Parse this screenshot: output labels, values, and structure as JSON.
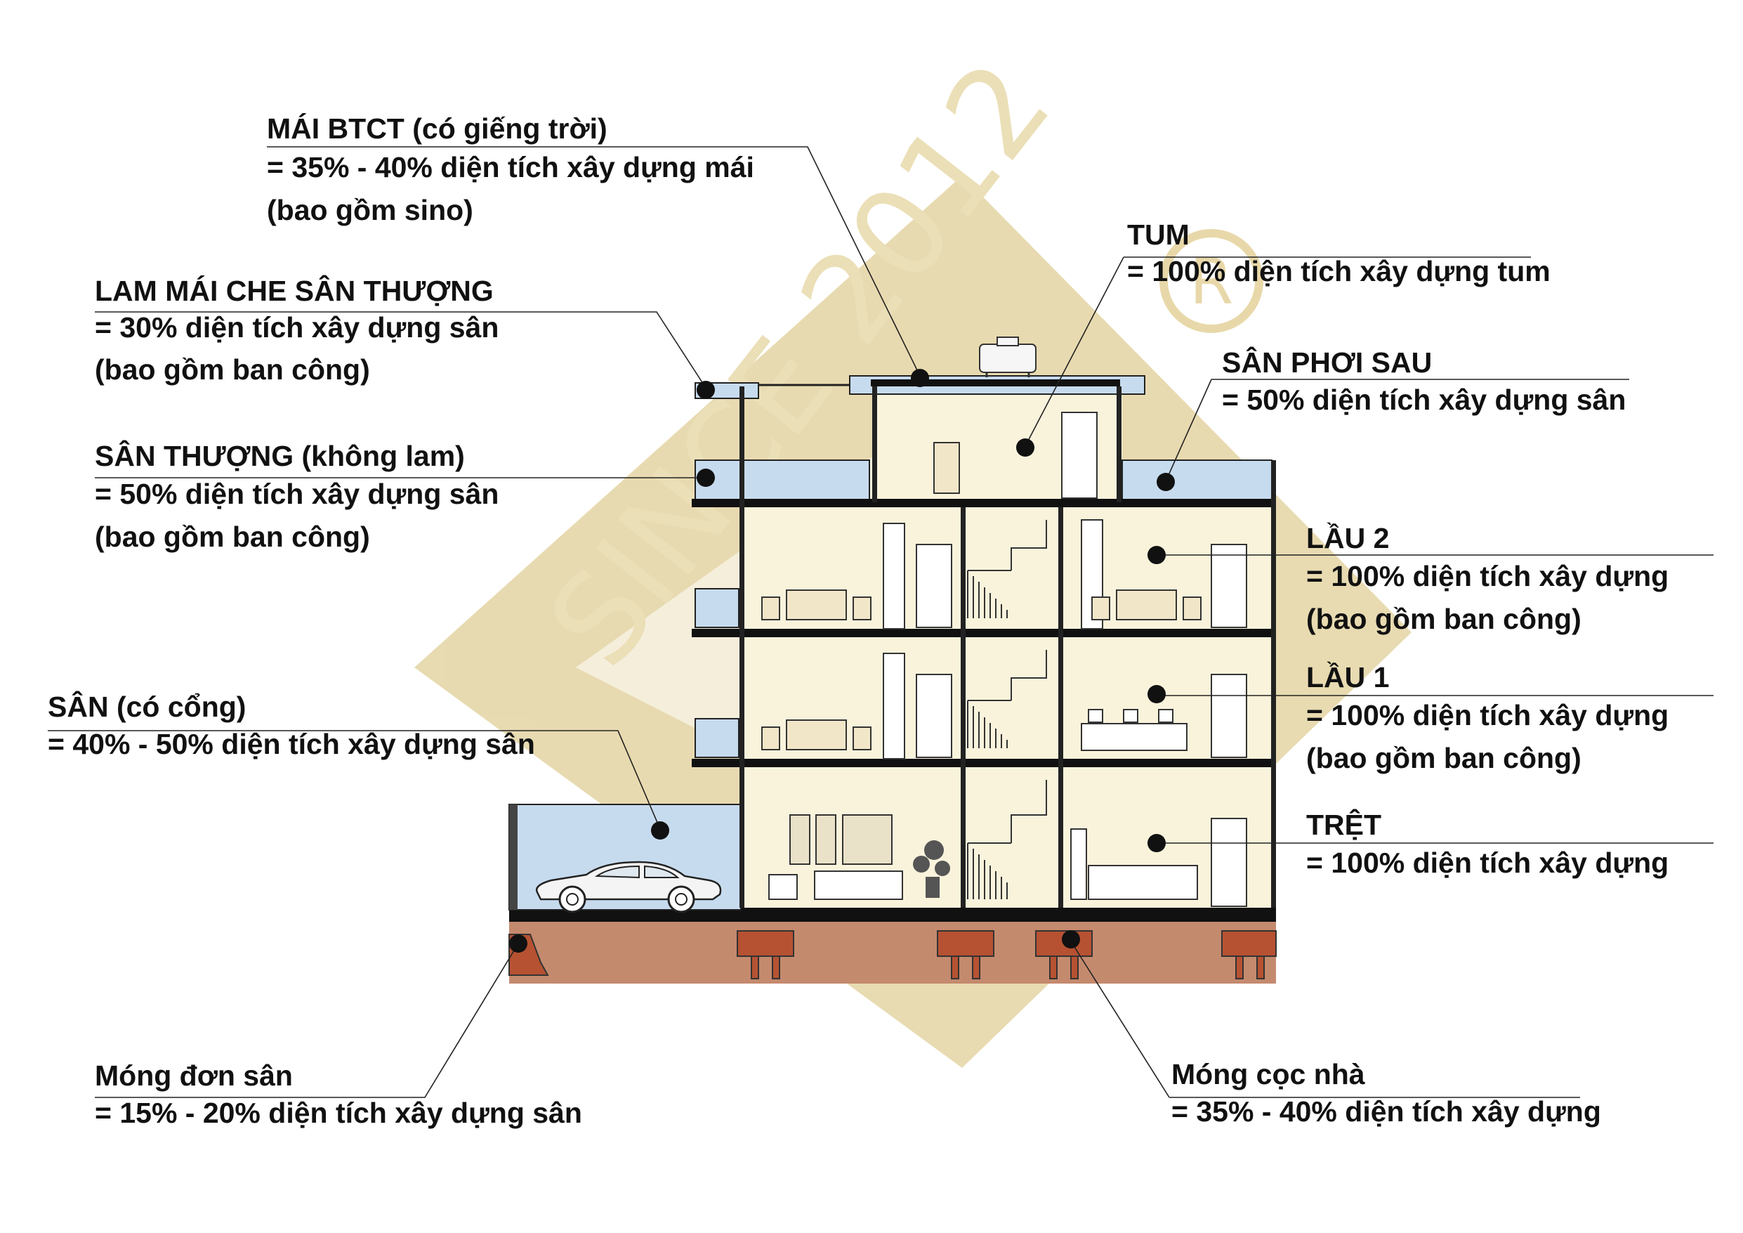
{
  "colors": {
    "background": "#ffffff",
    "building_fill": "#faf3dc",
    "outdoor_blue": "#c7dbee",
    "soil": "#c48a6e",
    "footing": "#b65232",
    "watermark": "#e4d5a4",
    "line": "#111111"
  },
  "watermark": {
    "text": "SINCE 2012",
    "mark": "R"
  },
  "labels": [
    {
      "id": "mai-btct",
      "lines": [
        "MÁI BTCT (có giếng trời)",
        "= 35% - 40% diện tích xây dựng mái",
        "(bao gồm sino)"
      ]
    },
    {
      "id": "tum",
      "lines": [
        "TUM",
        "= 100% diện tích xây dựng tum"
      ]
    },
    {
      "id": "lam-mai",
      "lines": [
        "LAM MÁI CHE SÂN THƯỢNG",
        "= 30% diện tích xây dựng sân",
        "(bao gồm ban công)"
      ]
    },
    {
      "id": "san-phoi-sau",
      "lines": [
        "SÂN PHƠI SAU",
        "= 50% diện tích xây dựng sân"
      ]
    },
    {
      "id": "san-thuong",
      "lines": [
        "SÂN THƯỢNG (không lam)",
        "= 50% diện tích xây dựng sân",
        "(bao gồm ban công)"
      ]
    },
    {
      "id": "lau-2",
      "lines": [
        "LẦU 2",
        "= 100% diện tích xây dựng",
        "(bao gồm ban công)"
      ]
    },
    {
      "id": "lau-1",
      "lines": [
        "LẦU 1",
        "= 100% diện tích xây dựng",
        "(bao gồm ban công)"
      ]
    },
    {
      "id": "san-co-cong",
      "lines": [
        "SÂN (có cổng)",
        "= 40% - 50% diện tích xây dựng sân"
      ]
    },
    {
      "id": "tret",
      "lines": [
        "TRỆT",
        "= 100% diện tích xây dựng"
      ]
    },
    {
      "id": "mong-don",
      "lines": [
        "Móng đơn sân",
        "= 15% - 20% diện tích xây dựng sân"
      ]
    },
    {
      "id": "mong-coc",
      "lines": [
        "Móng cọc nhà",
        "= 35% - 40% diện tích xây dựng"
      ]
    }
  ],
  "icons": [
    "car-icon",
    "bed-icon",
    "sofa-icon",
    "desk-icon",
    "kitchen-icon",
    "water-tank-icon",
    "door-icon",
    "stair-icon",
    "plant-icon",
    "painting-icon"
  ]
}
